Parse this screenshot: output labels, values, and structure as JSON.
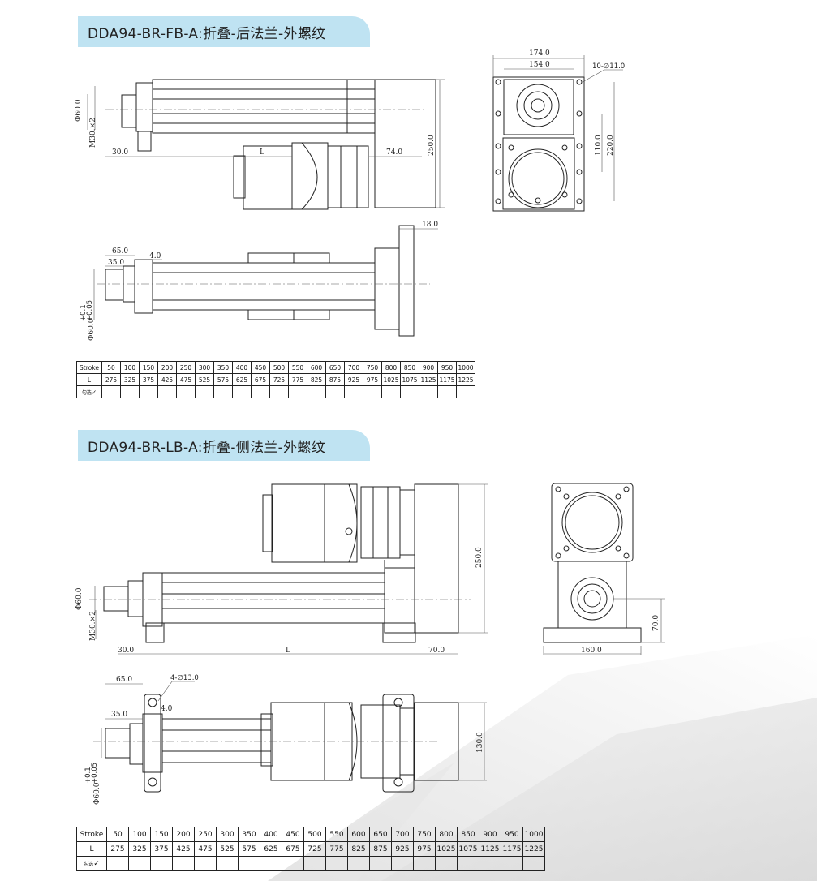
{
  "section1": {
    "title": "DDA94-BR-FB-A:折叠-后法兰-外螺纹",
    "dims": {
      "phi60": "Φ60.0",
      "m30": "M30.×2",
      "d30": "30.0",
      "L": "L",
      "d74": "74.0",
      "d250": "250.0",
      "d174": "174.0",
      "d154": "154.0",
      "holes": "10-∅11.0",
      "d110": "110.0",
      "d220": "220.0",
      "d18": "18.0",
      "d65": "65.0",
      "d35": "35.0",
      "d4": "4.0",
      "phi60tol": "Φ60.0",
      "tol_upper": "+0.1",
      "tol_lower": "+0.05"
    }
  },
  "section2": {
    "title": "DDA94-BR-LB-A:折叠-侧法兰-外螺纹",
    "dims": {
      "phi60": "Φ60.0",
      "m30": "M30.×2",
      "d30": "30.0",
      "L": "L",
      "d70a": "70.0",
      "d250": "250.0",
      "d70b": "70.0",
      "d160": "160.0",
      "d65": "65.0",
      "holes": "4-∅13.0",
      "d35": "35.0",
      "d4": "4.0",
      "d130": "130.0",
      "phi60tol": "Φ60.0",
      "tol_upper": "+0.1",
      "tol_lower": "+0.05"
    }
  },
  "stroke_table": {
    "header_label": "Stroke",
    "l_label": "L",
    "select_label": "勾选",
    "check_mark": "✓",
    "strokes": [
      "50",
      "100",
      "150",
      "200",
      "250",
      "300",
      "350",
      "400",
      "450",
      "500",
      "550",
      "600",
      "650",
      "700",
      "750",
      "800",
      "850",
      "900",
      "950",
      "1000"
    ],
    "lengths": [
      "275",
      "325",
      "375",
      "425",
      "475",
      "525",
      "575",
      "625",
      "675",
      "725",
      "775",
      "825",
      "875",
      "925",
      "975",
      "1025",
      "1075",
      "1125",
      "1175",
      "1225"
    ]
  }
}
